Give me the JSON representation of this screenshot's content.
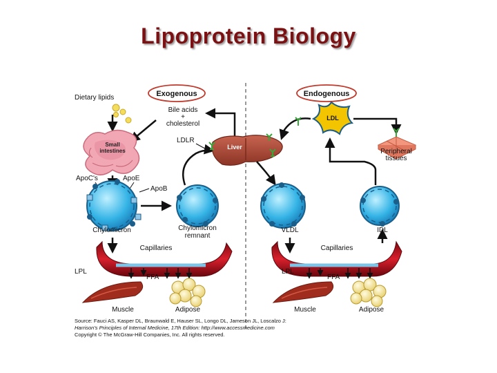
{
  "slide": {
    "title": "Lipoprotein Biology"
  },
  "figure": {
    "exogenous": {
      "header": "Exogenous",
      "dietary_lipids": "Dietary lipids",
      "bile_acids_1": "Bile acids",
      "bile_acids_2": "+",
      "bile_acids_3": "cholesterol",
      "small_intestines_1": "Small",
      "small_intestines_2": "intestines",
      "apocs": "ApoC's",
      "apoe": "ApoE",
      "apob": "ApoB",
      "chylomicron": "Chylomicron",
      "remnant_1": "Chylomicron",
      "remnant_2": "remnant",
      "capillaries": "Capillaries",
      "lpl": "LPL",
      "ffa": "FFA",
      "muscle": "Muscle",
      "adipose": "Adipose"
    },
    "center": {
      "ldlr": "LDLR",
      "liver": "Liver"
    },
    "endogenous": {
      "header": "Endogenous",
      "ldl": "LDL",
      "peripheral_1": "Peripheral",
      "peripheral_2": "tissues",
      "vldl": "VLDL",
      "idl": "IDL",
      "capillaries": "Capillaries",
      "lpl": "LPL",
      "ffa": "FFA",
      "muscle": "Muscle",
      "adipose": "Adipose"
    },
    "source": {
      "line1": "Source: Fauci AS, Kasper DL, Braunwald E, Hauser SL, Longo DL, Jameson JL, Loscalzo J:",
      "line2": "Harrison's Principles of Internal Medicine, 17th Edition: http://www.accessmedicine.com",
      "line3": "Copyright © The McGraw-Hill Companies, Inc. All rights reserved."
    },
    "colors": {
      "title": "#7b1113",
      "header_ellipse": "#c0392b",
      "particle": "#1aa3d9",
      "particle_ring": "#1b5e8a",
      "liver": "#b04a3a",
      "capillary": "#b3121d",
      "receptor": "#3aa63a",
      "ldl": "#f2c500"
    }
  }
}
